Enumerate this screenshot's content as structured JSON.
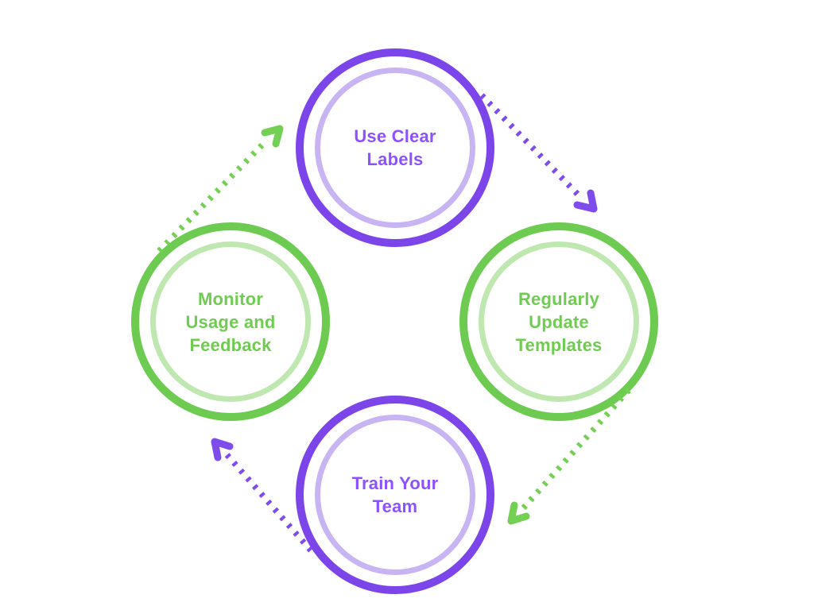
{
  "diagram": {
    "type": "cycle-diagram",
    "background": "#ffffff",
    "colors": {
      "purple_ring": "#7C45E9",
      "purple_ring_light": "#C8B3F3",
      "purple_text": "#8C52FF",
      "purple_arrow": "#7E4BEC",
      "green_ring": "#6DCB51",
      "green_ring_light": "#BEE8AF",
      "green_text": "#6FCB51",
      "green_arrow": "#74D054"
    },
    "nodes": [
      {
        "id": "use-clear-labels",
        "position": "top",
        "color_theme": "purple",
        "label": "Use Clear Labels",
        "lines": [
          "Use Clear",
          "Labels"
        ]
      },
      {
        "id": "regularly-update-templates",
        "position": "right",
        "color_theme": "green",
        "label": "Regularly Update Templates",
        "lines": [
          "Regularly",
          "Update",
          "Templates"
        ]
      },
      {
        "id": "train-your-team",
        "position": "bottom",
        "color_theme": "purple",
        "label": "Train Your Team",
        "lines": [
          "Train Your",
          "Team"
        ]
      },
      {
        "id": "monitor-usage-and-feedback",
        "position": "left",
        "color_theme": "green",
        "label": "Monitor Usage and Feedback",
        "lines": [
          "Monitor",
          "Usage and",
          "Feedback"
        ]
      }
    ],
    "arrows": [
      {
        "id": "arrow-top-to-right",
        "from": "use-clear-labels",
        "to": "regularly-update-templates",
        "style": "dotted",
        "color_theme": "purple"
      },
      {
        "id": "arrow-right-to-bottom",
        "from": "regularly-update-templates",
        "to": "train-your-team",
        "style": "dotted",
        "color_theme": "green"
      },
      {
        "id": "arrow-bottom-to-left",
        "from": "train-your-team",
        "to": "monitor-usage-and-feedback",
        "style": "dotted",
        "color_theme": "purple"
      },
      {
        "id": "arrow-left-to-top",
        "from": "monitor-usage-and-feedback",
        "to": "use-clear-labels",
        "style": "dotted",
        "color_theme": "green"
      }
    ]
  }
}
